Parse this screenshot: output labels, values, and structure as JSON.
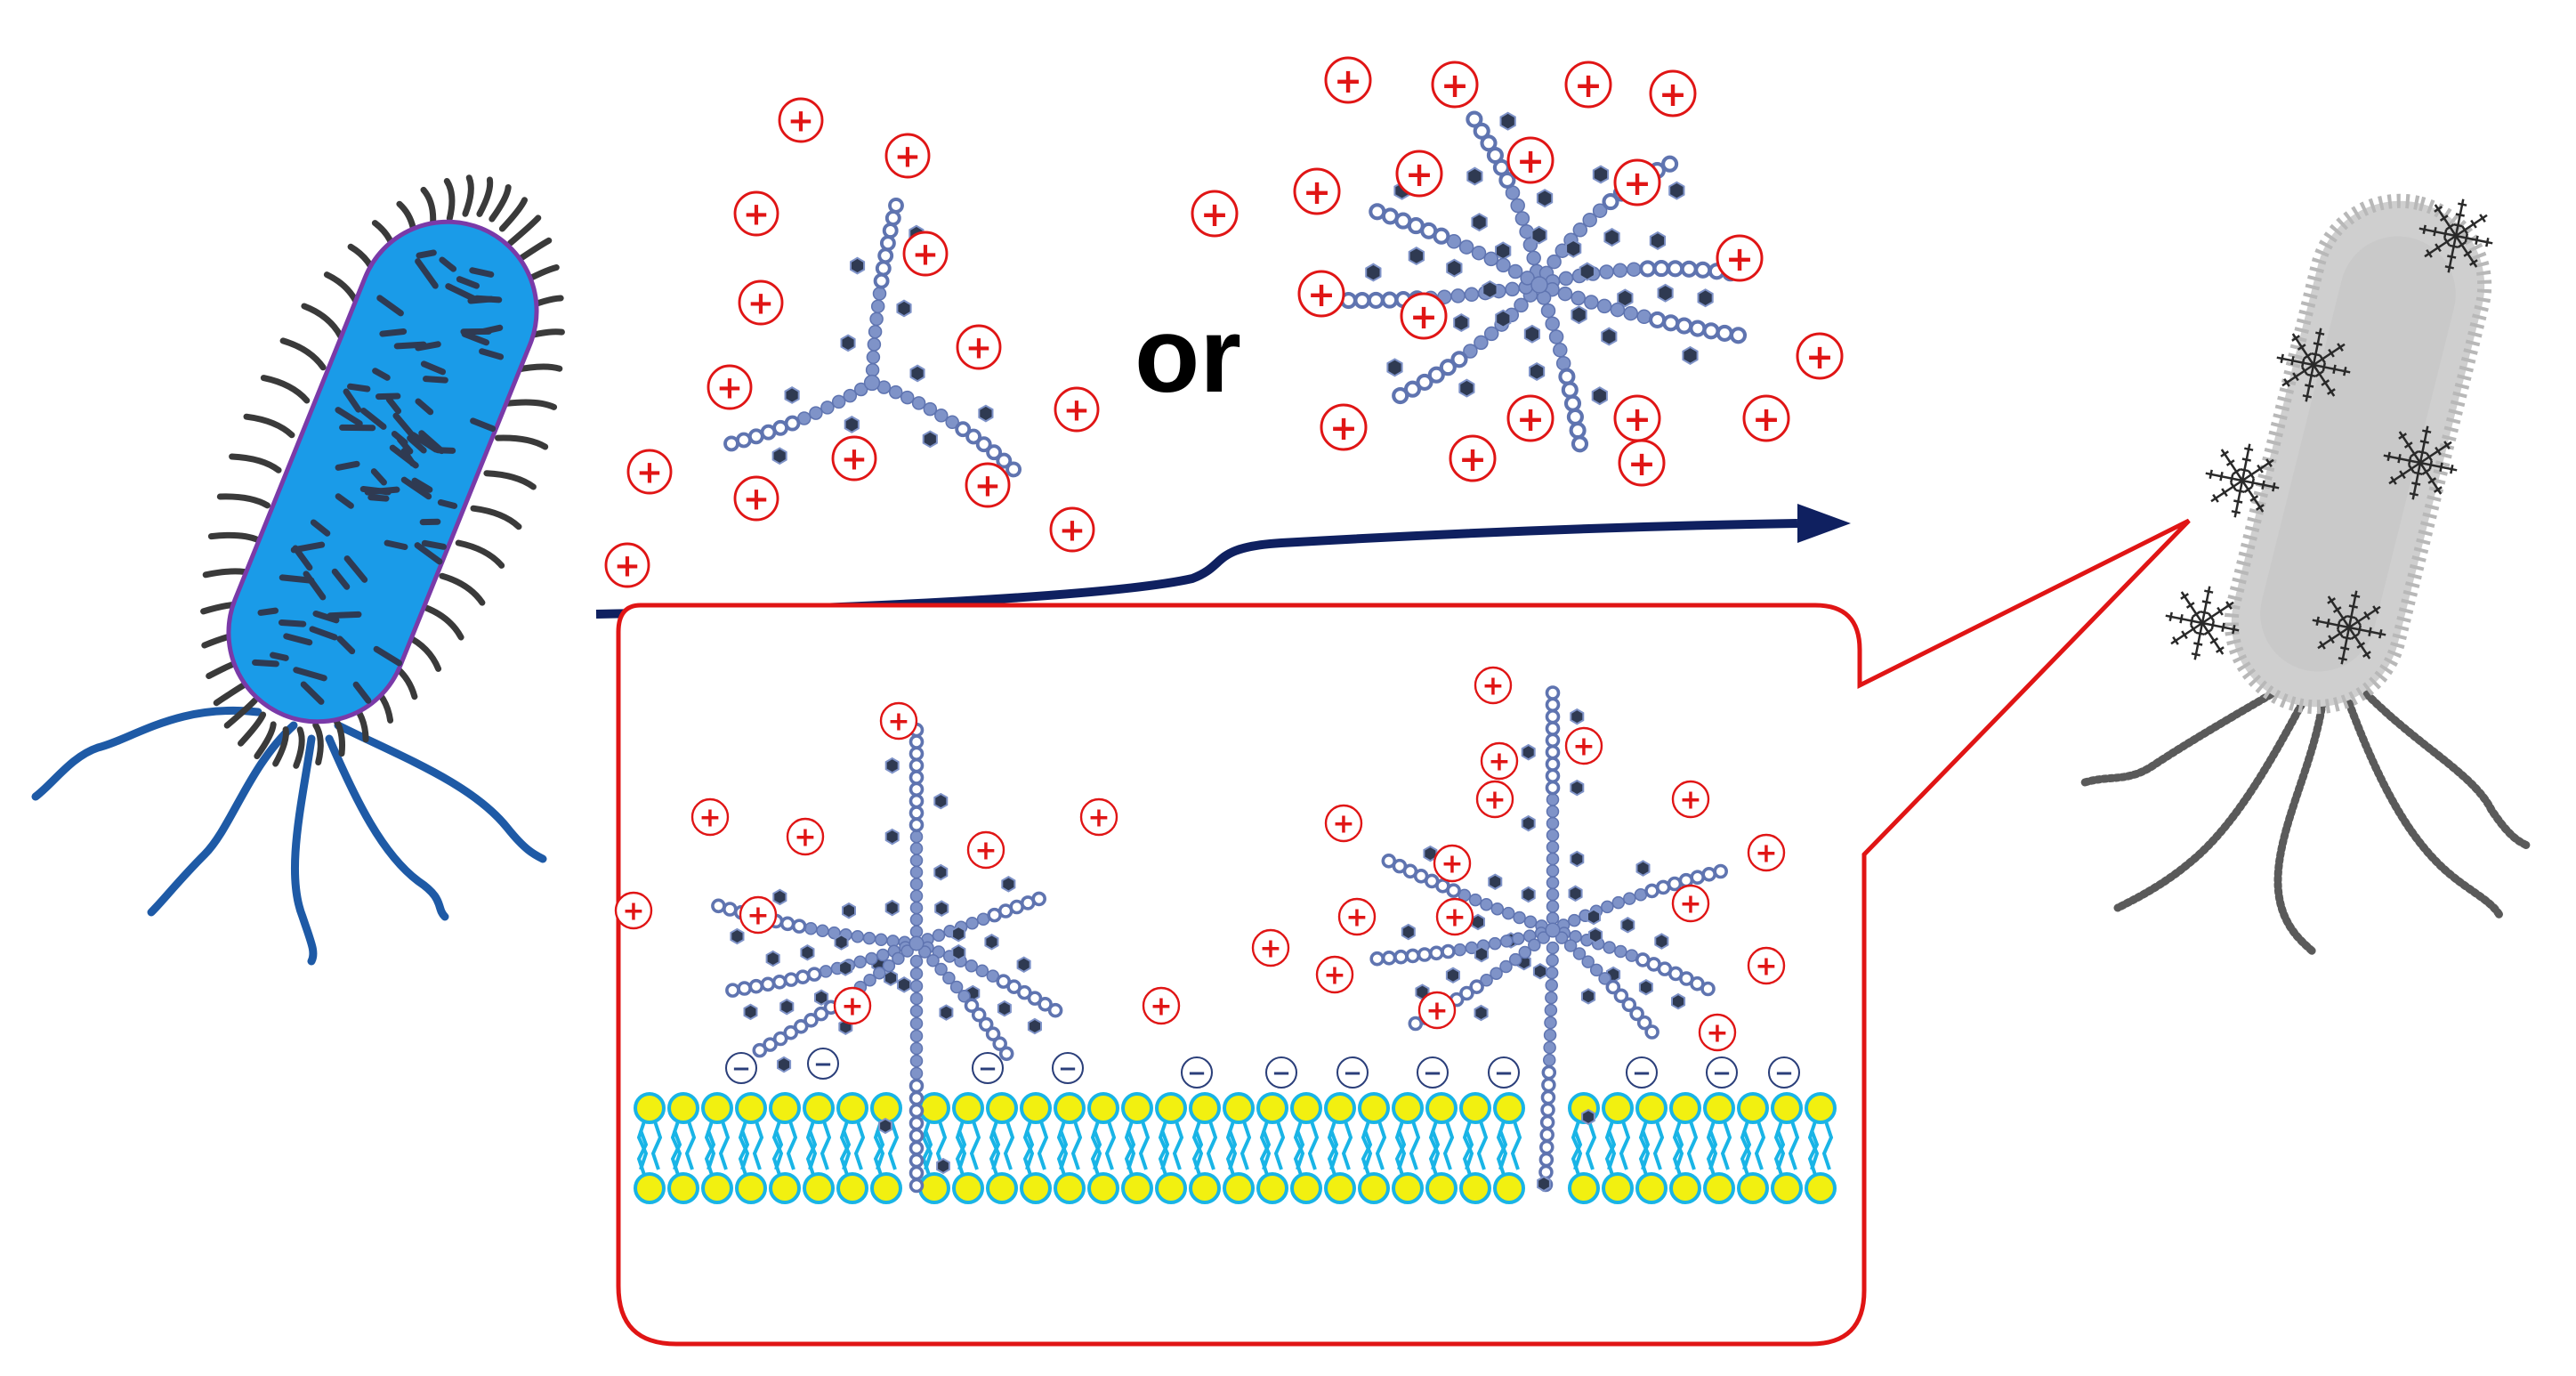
{
  "diagram": {
    "connector_word": "or",
    "positive_sign": "+",
    "negative_sign": "−",
    "colors": {
      "live_bacterium": "#1a9be8",
      "bacterium_outline": "#7a3aa8",
      "flagella_live": "#1e5aa6",
      "pili": "#3a3a3a",
      "dead_bacterium": "#cfcfcf",
      "polymer_chain": "#7f93c8",
      "polymer_bead_outline": "#5f74b0",
      "drug_hexagon": "#2f3a52",
      "positive_charge": "#e01515",
      "negative_charge": "#2b3f7a",
      "arrow": "#0f2060",
      "callout_border": "#e01515",
      "lipid_head": "#f2f010",
      "lipid_head_outline": "#19b4e6",
      "lipid_tail": "#19b4e6"
    },
    "elements": [
      "live-bacterium",
      "small-star-polymer",
      "large-star-polymer",
      "process-arrow",
      "killed-bacterium",
      "membrane-callout",
      "lipid-bilayer"
    ]
  }
}
